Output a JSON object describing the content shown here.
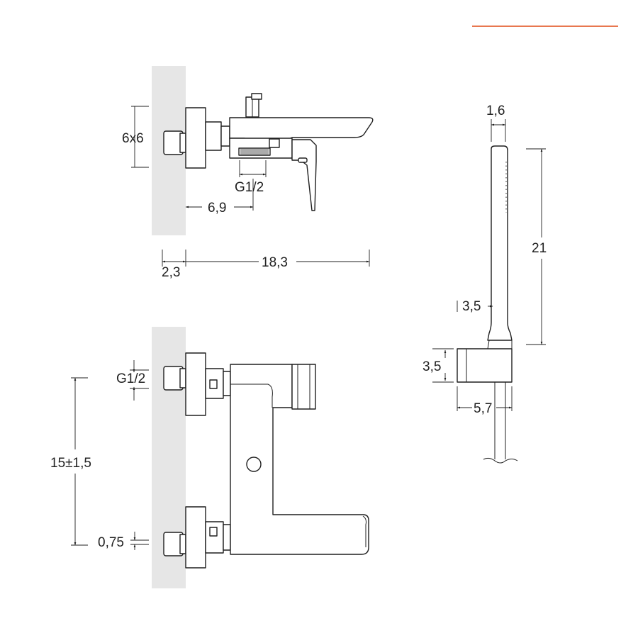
{
  "accent_color": "#e8774f",
  "dimensions": {
    "side_view": {
      "square": "6x6",
      "thread": "G1/2",
      "outlet_offset": "6,9",
      "wall_offset": "2,3",
      "overall_depth": "18,3"
    },
    "front_view": {
      "thread": "G1/2",
      "center_distance": "15±1,5",
      "eccentric": "0,75"
    },
    "hand_shower": {
      "head_width": "1,6",
      "length": "21",
      "grip_diameter": "3,5",
      "bracket_height": "3,5",
      "bracket_depth": "5,7"
    }
  }
}
